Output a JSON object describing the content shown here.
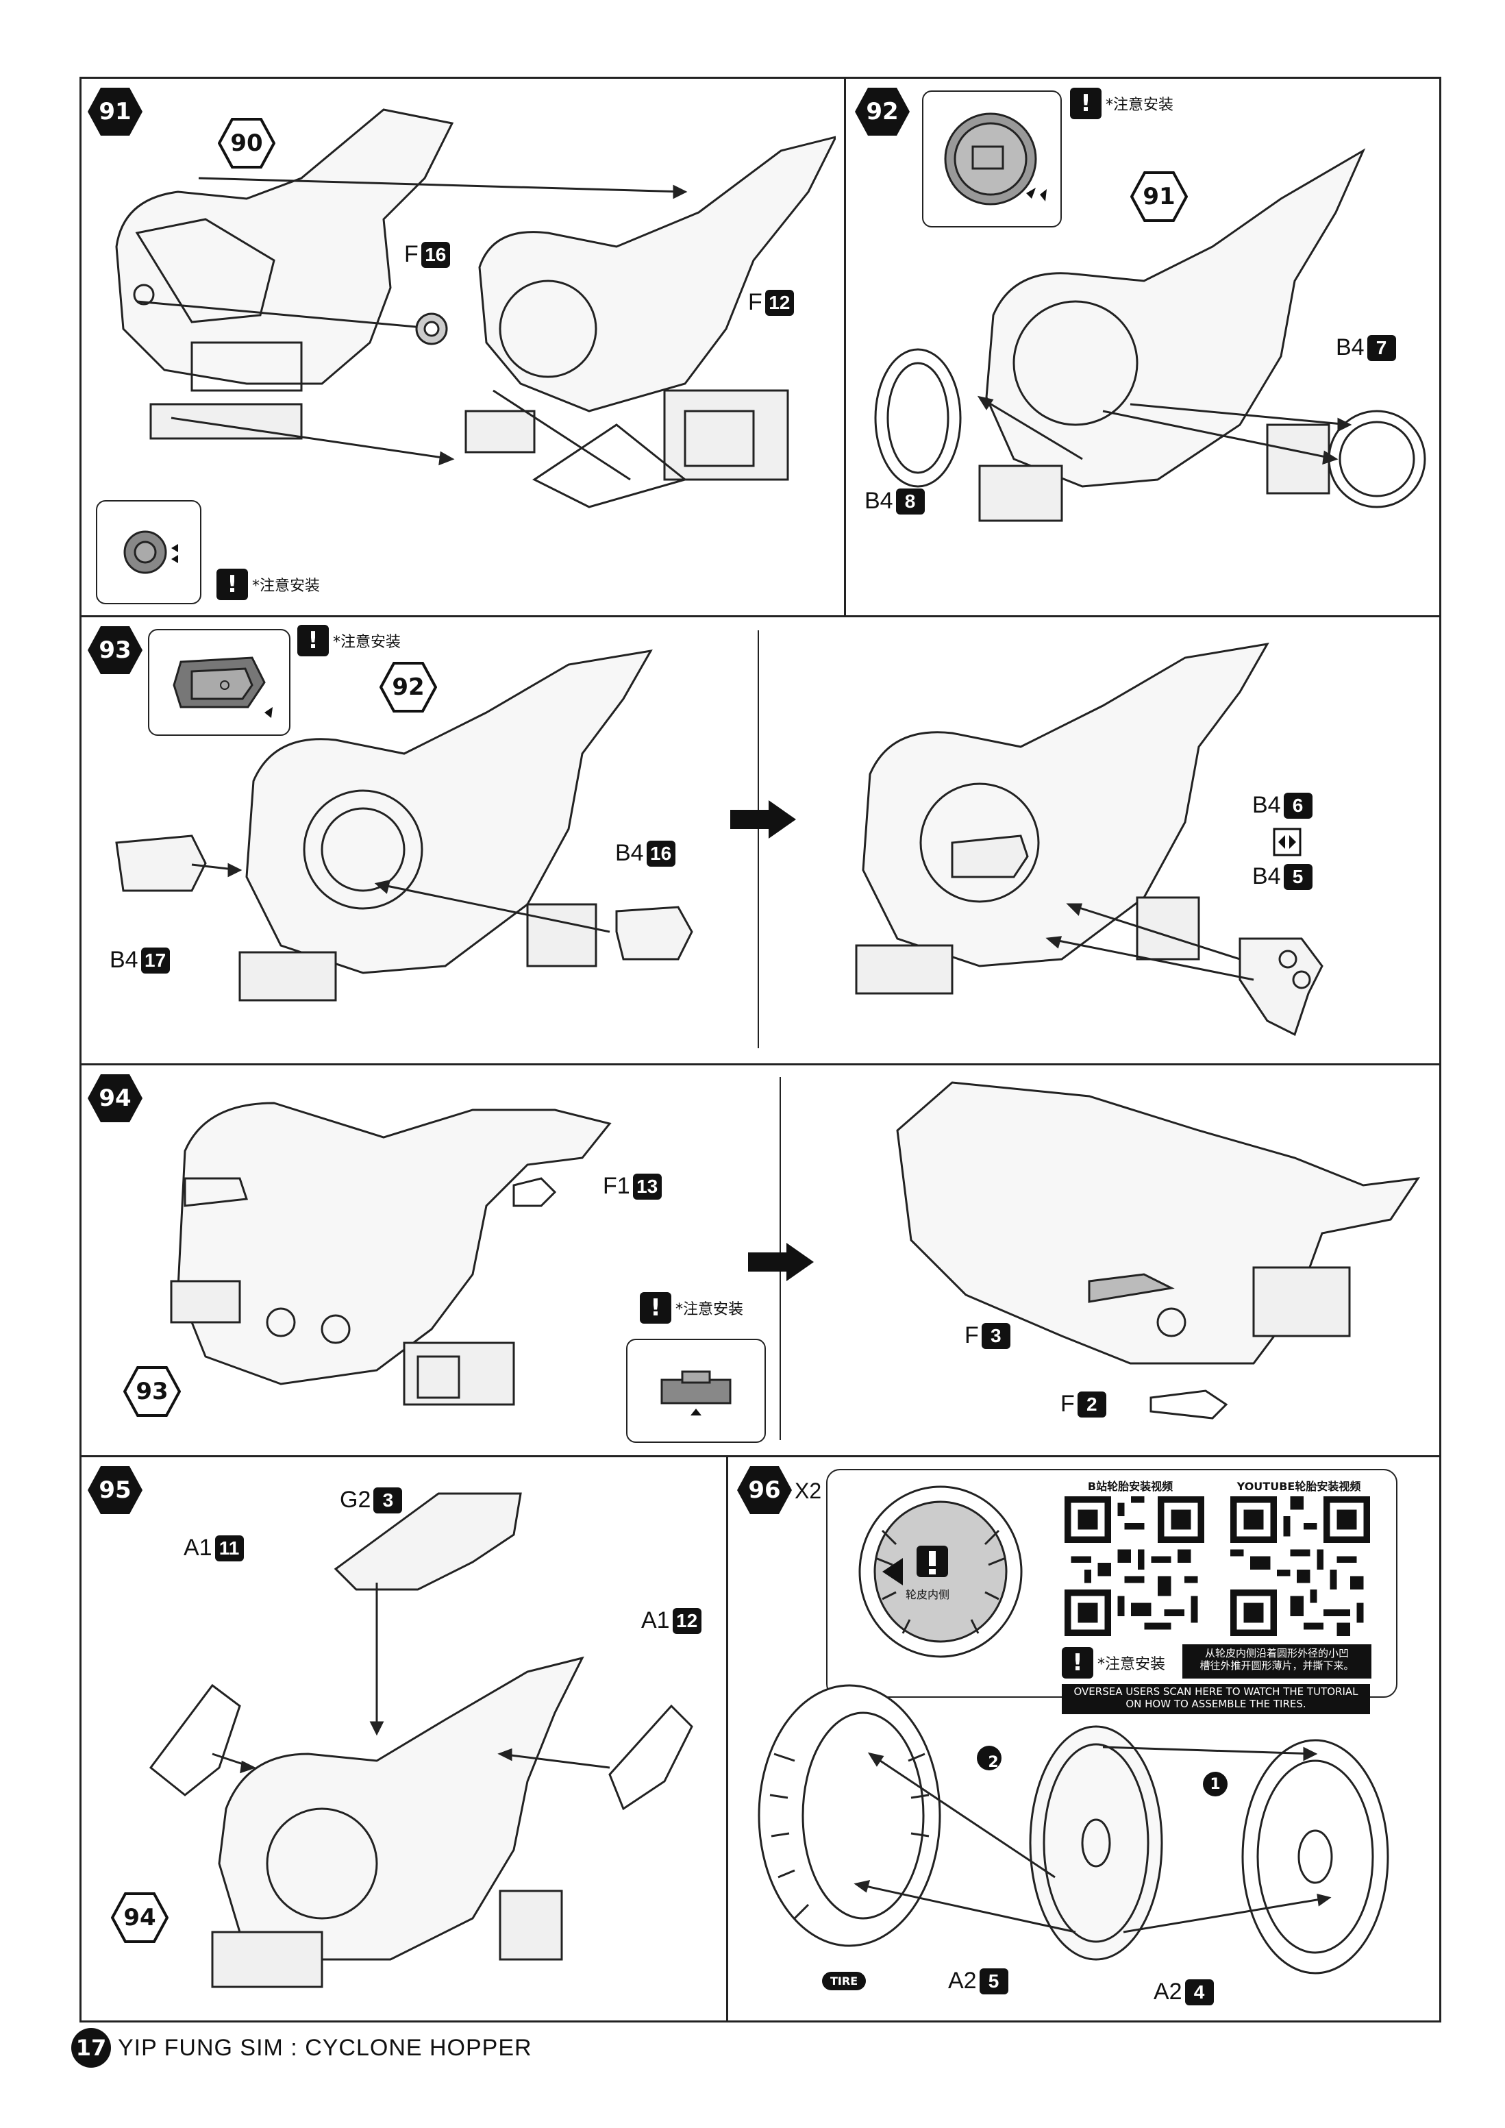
{
  "steps": {
    "s91": "91",
    "s92": "92",
    "s93": "93",
    "s94": "94",
    "s95": "95",
    "s96": "96",
    "ref90": "90",
    "ref91": "91",
    "ref92": "92",
    "ref93": "93",
    "ref94": "94"
  },
  "notice": "*注意安装",
  "notice_icon": "!",
  "parts": {
    "p91_f16_letter": "F",
    "p91_f16_num": "16",
    "p91_f12_letter": "F",
    "p91_f12_num": "12",
    "p92_b4_7_letter": "B4",
    "p92_b4_7_num": "7",
    "p92_b4_8_letter": "B4",
    "p92_b4_8_num": "8",
    "p93_b4_16_letter": "B4",
    "p93_b4_16_num": "16",
    "p93_b4_17_letter": "B4",
    "p93_b4_17_num": "17",
    "p93_b4_6_letter": "B4",
    "p93_b4_6_num": "6",
    "p93_b4_5_letter": "B4",
    "p93_b4_5_num": "5",
    "p94_f1_13_letter": "F1",
    "p94_f1_13_num": "13",
    "p94_f3_letter": "F",
    "p94_f3_num": "3",
    "p94_f2_letter": "F",
    "p94_f2_num": "2",
    "p95_g2_3_letter": "G2",
    "p95_g2_3_num": "3",
    "p95_a1_11_letter": "A1",
    "p95_a1_11_num": "11",
    "p95_a1_12_letter": "A1",
    "p95_a1_12_num": "12",
    "p96_a2_5_letter": "A2",
    "p96_a2_5_num": "5",
    "p96_a2_4_letter": "A2",
    "p96_a2_4_num": "4"
  },
  "step96": {
    "multiplier": "X2",
    "qr_left_title": "B站轮胎安装视频",
    "qr_right_title": "YOUTUBE轮胎安装视频",
    "tire_inner_label": "轮皮内侧",
    "instruction_line1": "从轮皮内侧沿着圆形外径的小凹",
    "instruction_line2": "槽往外推开圆形薄片，并撕下来。",
    "oversea_line1": "OVERSEA USERS SCAN HERE TO WATCH THE TUTORIAL",
    "oversea_line2": "ON HOW TO ASSEMBLE THE TIRES.",
    "order1": "1",
    "order2": "2",
    "tire_tag": "TIRE"
  },
  "footer": {
    "page_number": "17",
    "title": "YIP FUNG SIM : CYCLONE HOPPER"
  }
}
